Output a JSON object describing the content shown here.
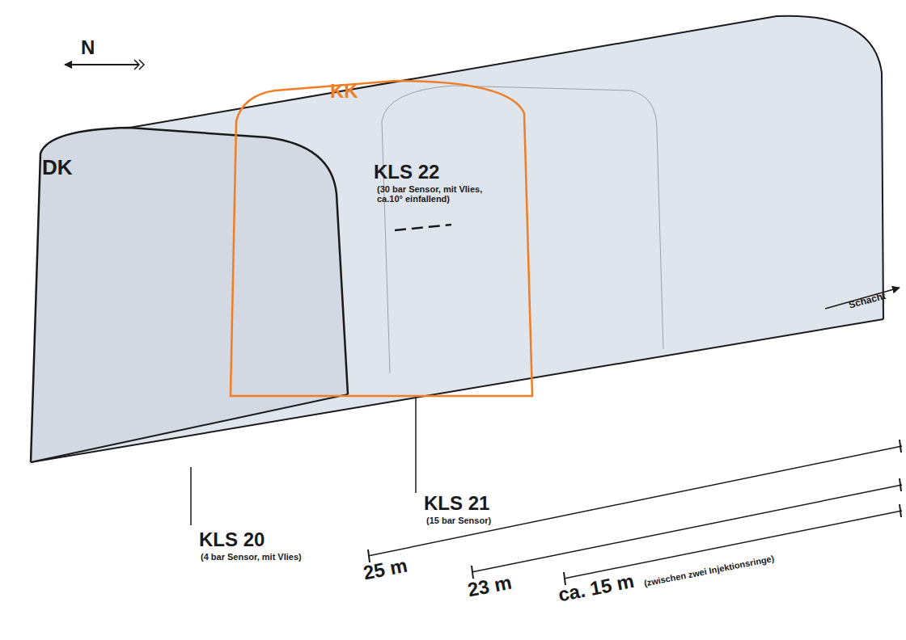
{
  "diagram": {
    "labels": [
      "N",
      "DK",
      "KK",
      "KLS 22",
      "(30 bar Sensor, mit Vlies, ca.10° einfallend)",
      "KLS 21",
      "(15 bar Sensor)",
      "KLS 20",
      "(4 bar Sensor, mit Vlies)",
      "25 m",
      "23 m",
      "ca. 15 m",
      "(zwischen zwei Injektionsringe)",
      "Schacht"
    ]
  }
}
